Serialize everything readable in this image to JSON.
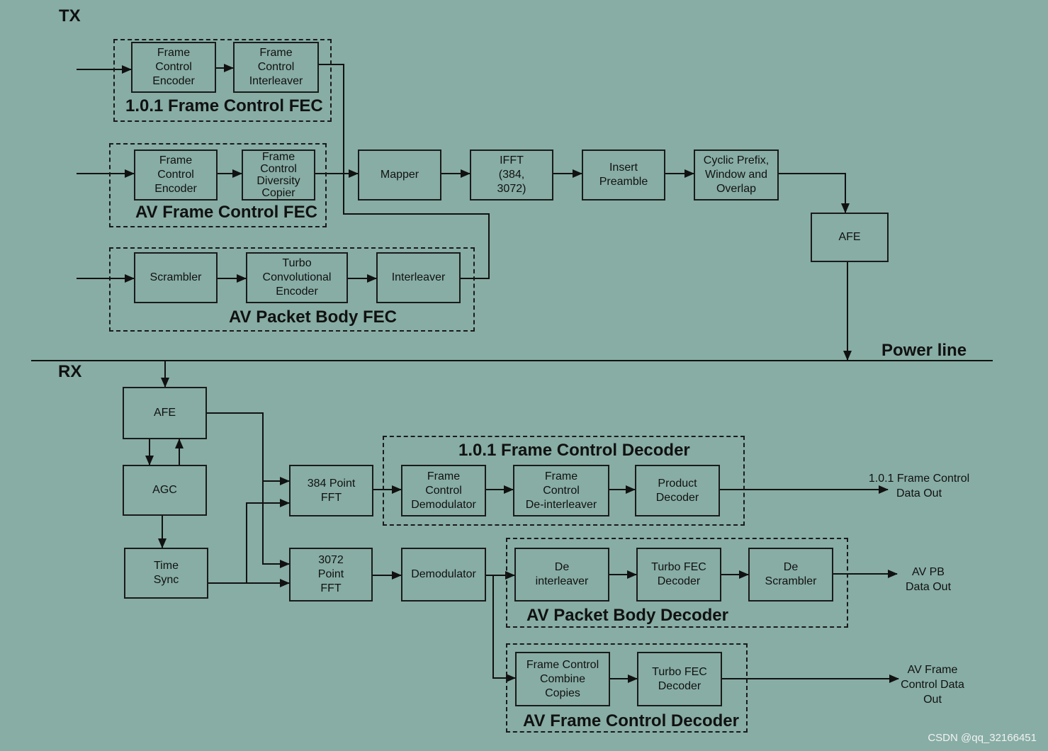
{
  "tx_label": "TX",
  "rx_label": "RX",
  "power_line": "Power line",
  "tx": {
    "g1_title": "1.0.1 Frame Control FEC",
    "fc_encoder": "Frame\nControl\nEncoder",
    "fc_interleaver": "Frame\nControl\nInterleaver",
    "g2_title": "AV Frame Control FEC",
    "av_fc_encoder": "Frame\nControl\nEncoder",
    "diversity_copier": "Frame\nControl\nDiversity\nCopier",
    "g3_title": "AV  Packet Body FEC",
    "scrambler": "Scrambler",
    "turbo_encoder": "Turbo\nConvolutional\nEncoder",
    "interleaver": "Interleaver",
    "mapper": "Mapper",
    "ifft": "IFFT\n(384,\n3072)",
    "insert_preamble": "Insert\nPreamble",
    "cyclic_prefix": "Cyclic Prefix,\nWindow and\nOverlap",
    "afe": "AFE"
  },
  "rx": {
    "afe": "AFE",
    "agc": "AGC",
    "time_sync": "Time\nSync",
    "fft384": "384 Point\nFFT",
    "fft3072": "3072\nPoint\nFFT",
    "demodulator": "Demodulator",
    "g4_title": "1.0.1 Frame Control Decoder",
    "fc_demodulator": "Frame\nControl\nDemodulator",
    "fc_deinterleaver": "Frame\nControl\nDe-interleaver",
    "product_decoder": "Product\nDecoder",
    "out1": "1.0.1 Frame Control\nData Out",
    "g5_title": "AV Packet Body Decoder",
    "deinterleaver": "De\ninterleaver",
    "turbo_decoder1": "Turbo FEC\nDecoder",
    "descrambler": "De\nScrambler",
    "out2": "AV PB\nData Out",
    "g6_title": "AV Frame Control Decoder",
    "combine_copies": "Frame Control\nCombine\nCopies",
    "turbo_decoder2": "Turbo FEC\nDecoder",
    "out3": "AV Frame\nControl Data\nOut"
  },
  "watermark": "CSDN @qq_32166451"
}
